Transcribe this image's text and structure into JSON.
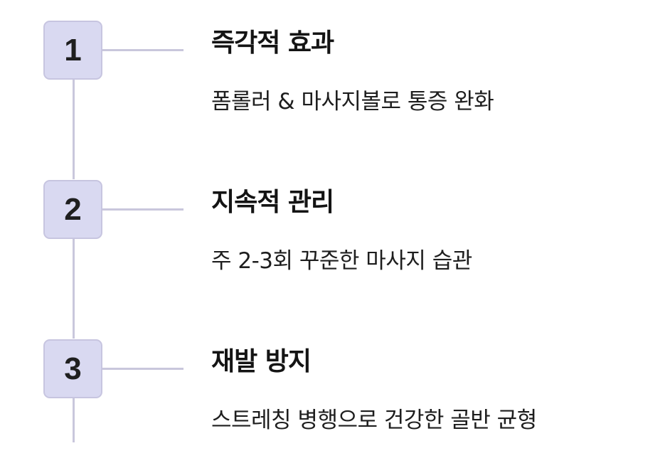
{
  "colors": {
    "badge_fill": "#d9d9f1",
    "badge_border": "#c7c5e0",
    "connector_line": "#c9c7dc",
    "text": "#141414"
  },
  "steps": [
    {
      "number": "1",
      "title": "즉각적 효과",
      "description": "폼롤러 & 마사지볼로 통증 완화"
    },
    {
      "number": "2",
      "title": "지속적 관리",
      "description": "주 2-3회 꾸준한 마사지 습관"
    },
    {
      "number": "3",
      "title": "재발 방지",
      "description": "스트레칭 병행으로 건강한 골반 균형"
    }
  ]
}
